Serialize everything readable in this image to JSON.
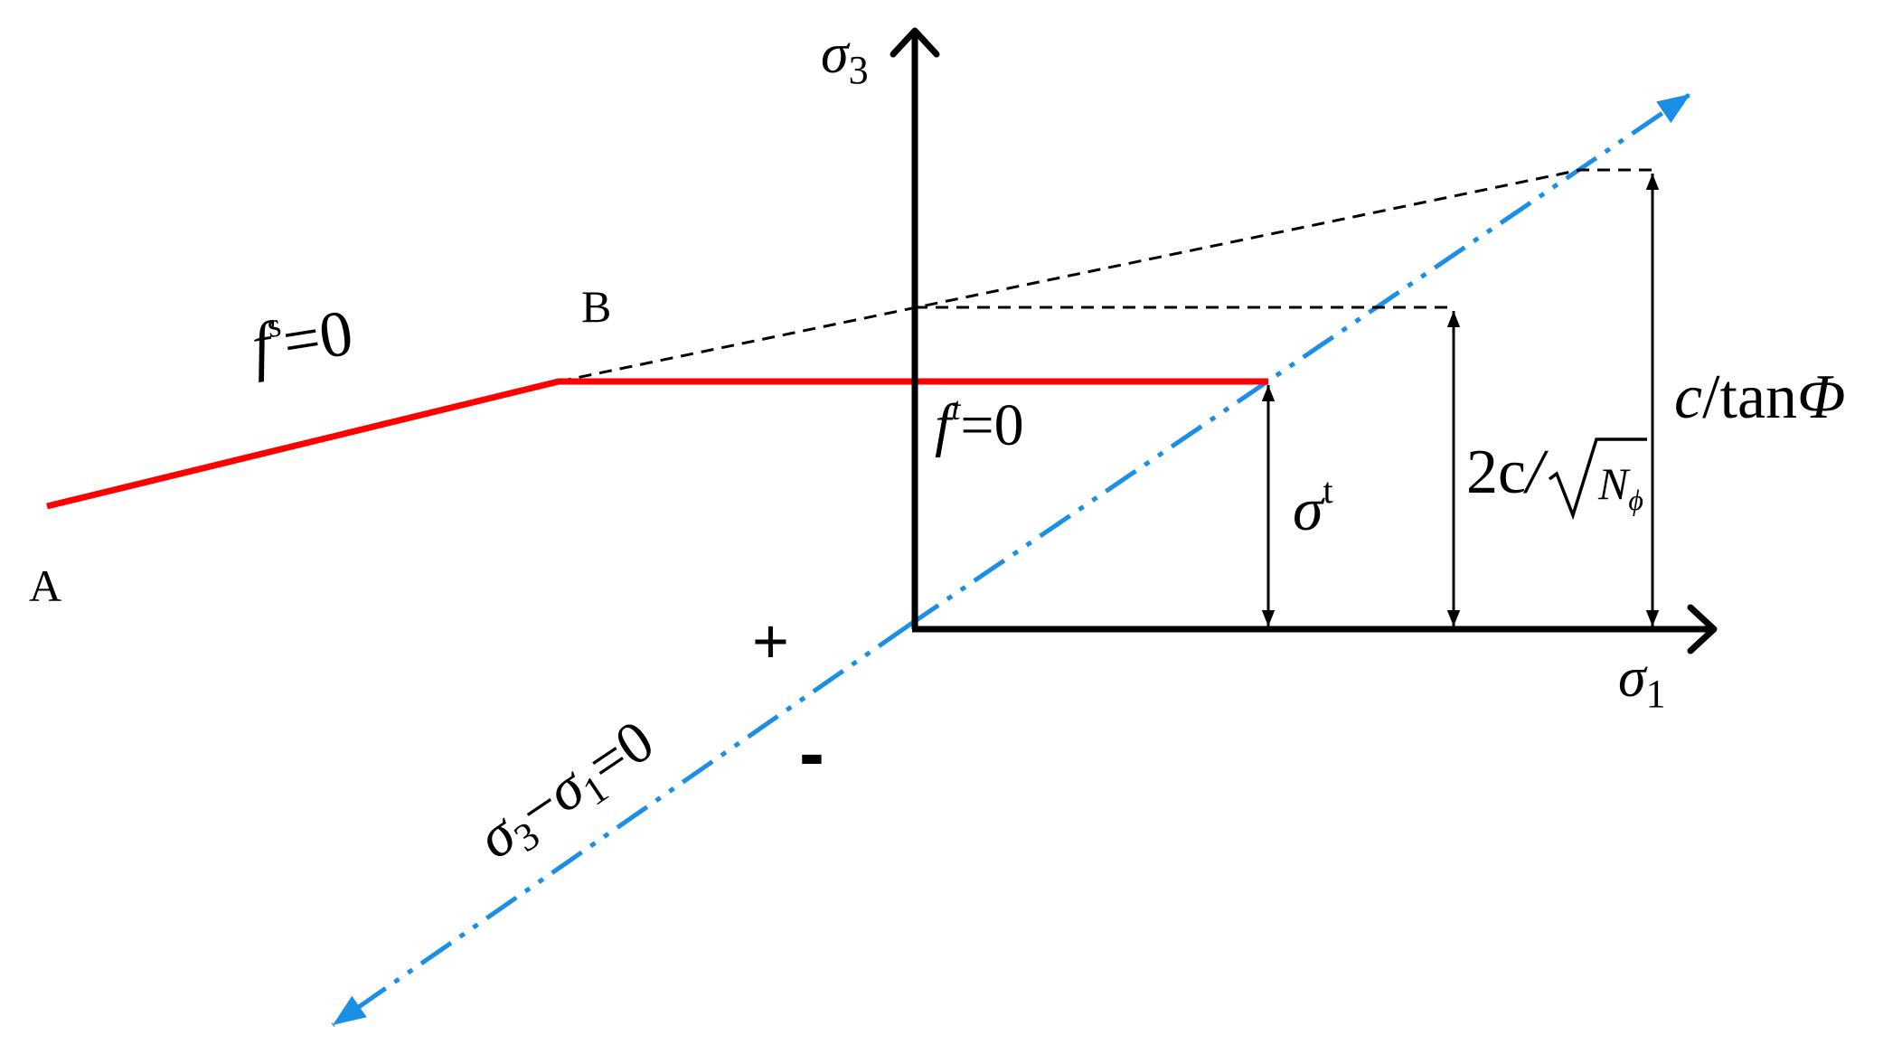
{
  "labels": {
    "point_a": "A",
    "point_b": "B",
    "sigma_symbol": "σ",
    "sub_1": "1",
    "sub_3": "3",
    "sup_t_upright": "t",
    "f_letter": "f",
    "shear_sup": "s",
    "tension_sup": "t",
    "equals_zero": "=0",
    "minus": "−",
    "plus_sign": "+",
    "minus_sign": "-",
    "two_c": "2c",
    "slash": "/",
    "n_letter": "N",
    "phi_sub": "ϕ",
    "c_letter": "c",
    "tan_text": "tan",
    "phi_capital": "Φ"
  },
  "colors": {
    "axis": "#000000",
    "yield_line": "#ff0000",
    "diagonal": "#1b8ee6",
    "dashed": "#000000"
  },
  "icons": {
    "axis_arrowheads": "open-chevron-arrow",
    "dimension_arrowheads": "filled-triangle-arrow",
    "diagonal_arrowheads": "filled-triangle-arrow-blue"
  }
}
